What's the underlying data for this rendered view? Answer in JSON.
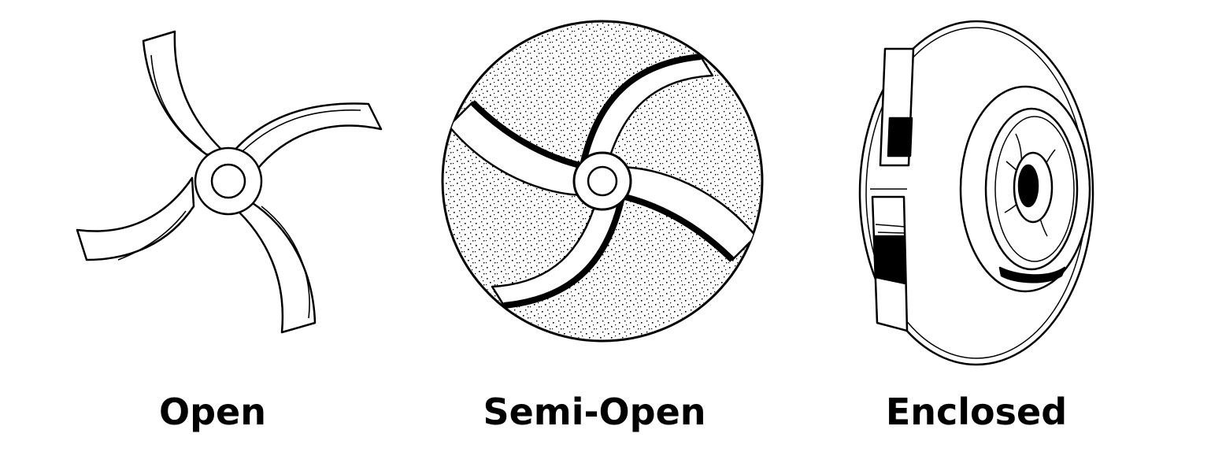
{
  "figure": {
    "impellers": [
      {
        "id": "open",
        "label": "Open"
      },
      {
        "id": "semi-open",
        "label": "Semi-Open"
      },
      {
        "id": "enclosed",
        "label": "Enclosed"
      }
    ]
  },
  "colors": {
    "ink": "#000000",
    "background": "#ffffff"
  }
}
